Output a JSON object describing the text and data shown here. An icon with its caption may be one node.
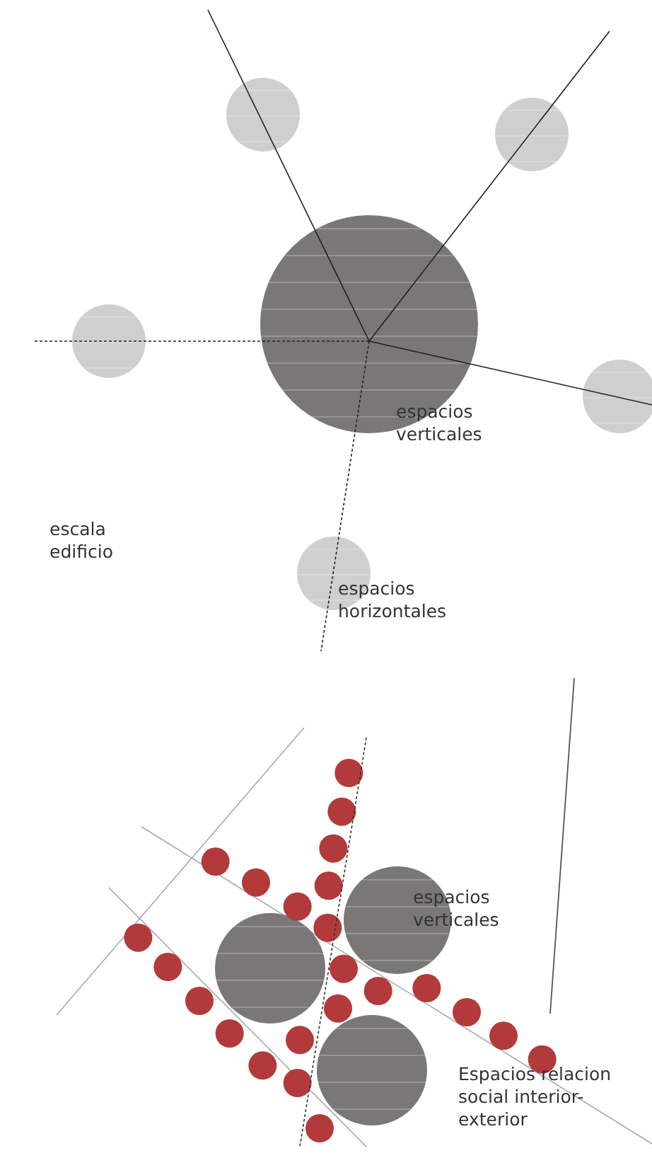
{
  "diagram": {
    "labels": [
      "espacios verticales",
      "escala edificio",
      "espacios horizontales",
      "espacios verticales",
      "Espacios relacion social interior-exterior"
    ]
  }
}
